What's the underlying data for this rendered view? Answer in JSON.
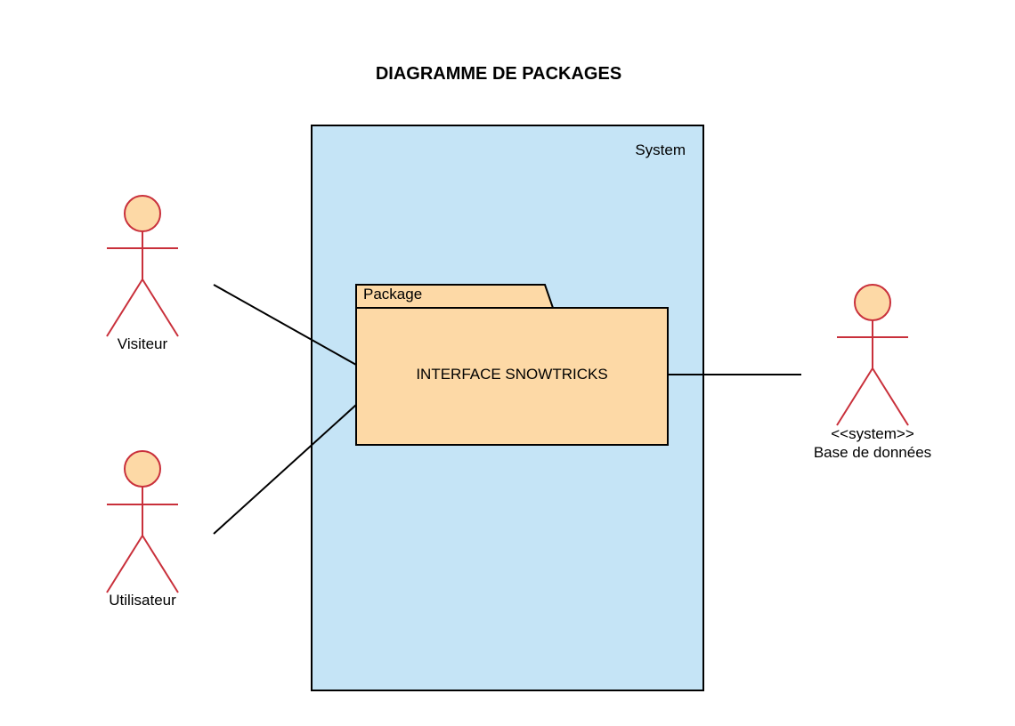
{
  "diagram": {
    "title": "DIAGRAMME DE PACKAGES",
    "system": {
      "label": "System",
      "fill": "#C5E4F6"
    },
    "package": {
      "tab_label": "Package",
      "name": "INTERFACE SNOWTRICKS",
      "fill": "#FDD9A6"
    },
    "actors": [
      {
        "label": "Visiteur"
      },
      {
        "label": "Utilisateur"
      },
      {
        "stereotype": "<<system>>",
        "label": "Base de données"
      }
    ],
    "colors": {
      "actor_stroke": "#C9303B",
      "actor_fill": "#FDD9A6",
      "line": "#000000"
    }
  }
}
